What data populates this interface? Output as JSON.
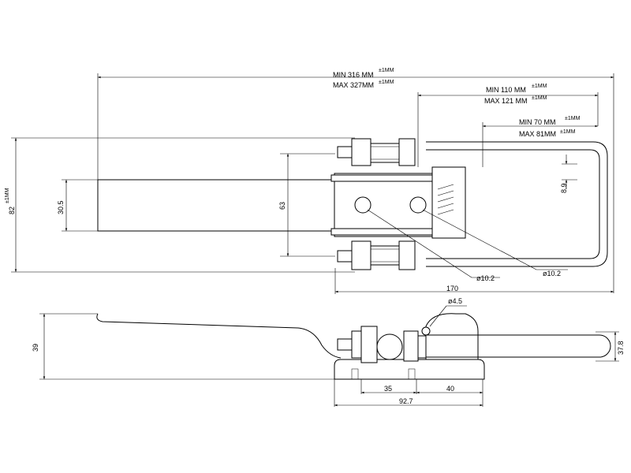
{
  "top_view": {
    "overall": {
      "min_label": "MIN 316 MM",
      "min_tol": "±1MM",
      "max_label": "MAX 327MM",
      "max_tol": "±1MM"
    },
    "mid": {
      "min_label": "MIN 110 MM",
      "min_tol": "±1MM",
      "max_label": "MAX 121 MM",
      "max_tol": "±1MM"
    },
    "hook": {
      "min_label": "MIN 70 MM",
      "min_tol": "±1MM",
      "max_label": "MAX 81MM",
      "max_tol": "±1MM"
    },
    "height": {
      "value": "82",
      "tol": "±1MM"
    },
    "handle_width": "30.5",
    "plate_height": "63",
    "wire_offset": "8.9",
    "hole_left": "ø10.2",
    "hole_right": "ø10.2",
    "base_length": "170"
  },
  "side_view": {
    "height": "39",
    "wire_diameter": "37.8",
    "pin_diameter": "ø4.5",
    "hole_spacing": "35",
    "edge_offset": "40",
    "base_length": "92.7"
  }
}
